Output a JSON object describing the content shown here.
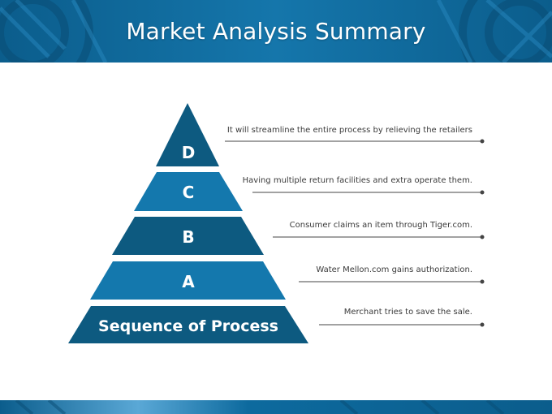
{
  "slide": {
    "title": "Market Analysis Summary"
  },
  "pyramid": {
    "tiers": [
      {
        "label": "D",
        "color": "#0d5a80"
      },
      {
        "label": "C",
        "color": "#1478ad"
      },
      {
        "label": "B",
        "color": "#0d5a80"
      },
      {
        "label": "A",
        "color": "#1478ad"
      },
      {
        "label": "Sequence of Process",
        "color": "#0d5a80"
      }
    ]
  },
  "notes": [
    {
      "text": "It will streamline the entire process by relieving the retailers"
    },
    {
      "text": "Having multiple return facilities and extra operate them."
    },
    {
      "text": "Consumer claims an item through Tiger.com."
    },
    {
      "text": "Water Mellon.com gains authorization."
    },
    {
      "text": "Merchant tries to save the sale."
    }
  ],
  "colors": {
    "header_blue": "#0d6a9e",
    "leader_line": "#444444"
  }
}
